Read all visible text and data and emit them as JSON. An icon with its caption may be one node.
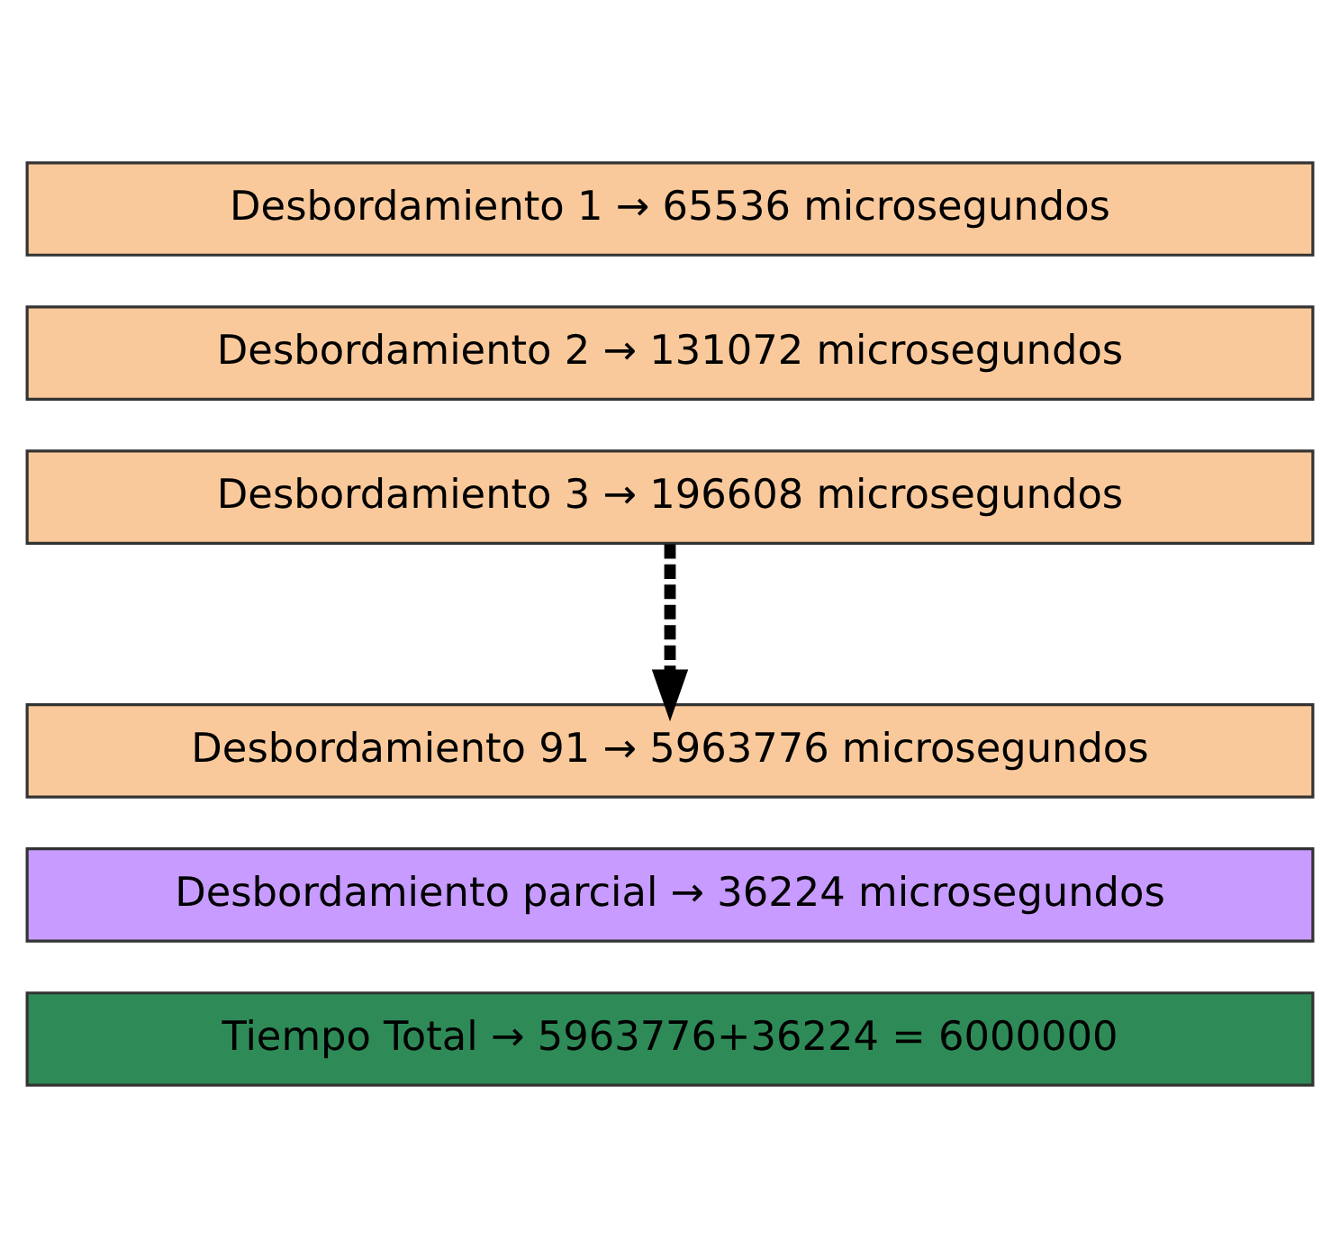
{
  "diagram": {
    "nodes": [
      {
        "text": [
          "Desbordamiento 1 → 65536 microsegundos"
        ]
      },
      {
        "text": [
          "Desbordamiento 2 → 131072 microsegundos"
        ]
      },
      {
        "text": [
          "Desbordamiento 3 → 196608 microsegundos"
        ]
      },
      {
        "text": [
          "Desbordamiento 91 → 5963776 microsegundos"
        ]
      },
      {
        "text": [
          "Desbordamiento parcial → 36224 microsegundos"
        ]
      },
      {
        "text": [
          "Tiempo Total → 5963776+36224 = 6000000"
        ]
      }
    ],
    "edges": [
      {
        "from": 2,
        "to": 3,
        "arrow": "to",
        "style": "dashed"
      }
    ]
  }
}
